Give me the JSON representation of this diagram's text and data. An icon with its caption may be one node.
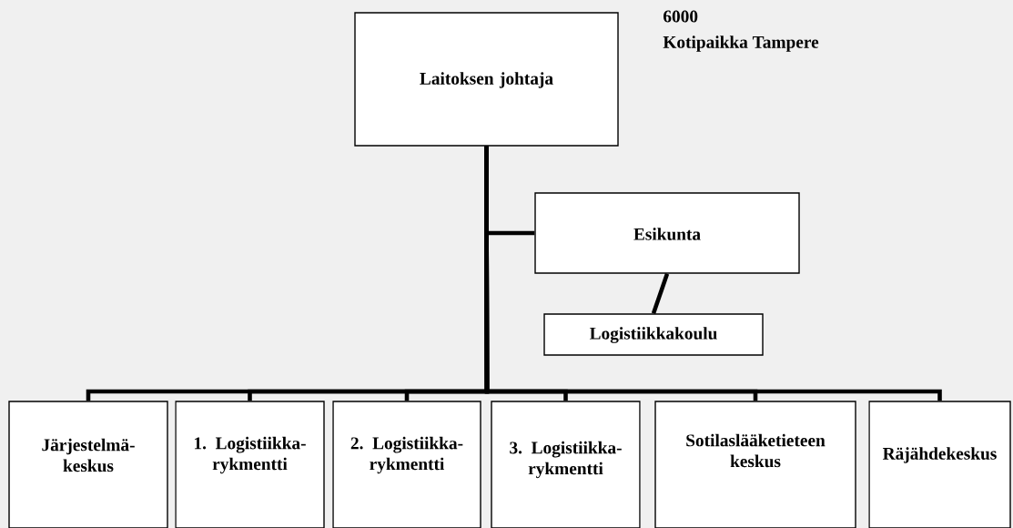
{
  "diagram": {
    "nodes": [
      {
        "text": [
          "Laitoksen johtaja"
        ]
      },
      {
        "text": [
          "Esikunta"
        ]
      },
      {
        "text": [
          "Logistiikkakoulu"
        ]
      },
      {
        "text": [
          "Järjestelmä- keskus"
        ]
      },
      {
        "text": [
          "1. Logistiikka- rykmentti"
        ]
      },
      {
        "text": [
          "2. Logistiikka- rykmentti"
        ]
      },
      {
        "text": [
          "3. Logistiikka- rykmentti"
        ]
      },
      {
        "text": [
          "Sotilaslääketieteen keskus"
        ]
      },
      {
        "text": [
          "Räjähdekeskus"
        ]
      }
    ],
    "edges": [
      {
        "from": 0,
        "to": 1,
        "arrow": "none"
      },
      {
        "from": 1,
        "to": 2,
        "arrow": "none"
      },
      {
        "from": 0,
        "to": 3,
        "arrow": "none"
      },
      {
        "from": 0,
        "to": 4,
        "arrow": "none"
      },
      {
        "from": 0,
        "to": 5,
        "arrow": "none"
      },
      {
        "from": 0,
        "to": 6,
        "arrow": "none"
      },
      {
        "from": 0,
        "to": 7,
        "arrow": "none"
      },
      {
        "from": 0,
        "to": 8,
        "arrow": "none"
      }
    ],
    "labels": [
      "6000",
      "Kotipaikka Tampere"
    ]
  }
}
